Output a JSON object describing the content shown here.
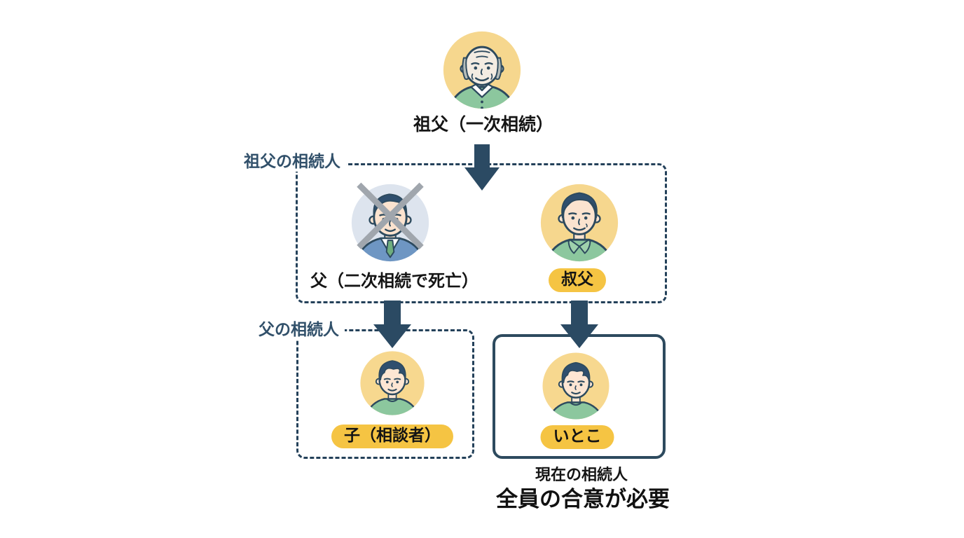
{
  "nodes": {
    "grandfather": {
      "label": "祖父（一次相続）"
    },
    "father": {
      "label": "父（二次相続で死亡）"
    },
    "uncle": {
      "label": "叔父"
    },
    "child": {
      "label": "子（相談者）"
    },
    "cousin": {
      "label": "いとこ"
    }
  },
  "groups": {
    "grandfather_heirs": {
      "label": "祖父の相続人",
      "border_style": "dashed"
    },
    "father_heirs": {
      "label": "父の相続人",
      "border_style": "dashed"
    },
    "current_heirs": {
      "caption": "現在の相続人",
      "border_style": "solid"
    }
  },
  "footer": {
    "emphasis": "全員の合意が必要"
  },
  "colors": {
    "navy_arrow": "#2b4a63",
    "navy_border_dashed": "#24415a",
    "navy_border_solid": "#2d4a5e",
    "group_label_text": "#31506a",
    "avatar_bg_yellow": "#f6d78e",
    "avatar_bg_gray_blue": "#dde4ee",
    "pill_yellow": "#f5c443",
    "shirt_green": "#8cc79e",
    "suit_blue": "#6e96c3",
    "tie_green": "#6fae7e",
    "deceased_x_gray": "#a0a6ad",
    "text_black": "#151515",
    "hair_navy": "#2f4f6e"
  }
}
